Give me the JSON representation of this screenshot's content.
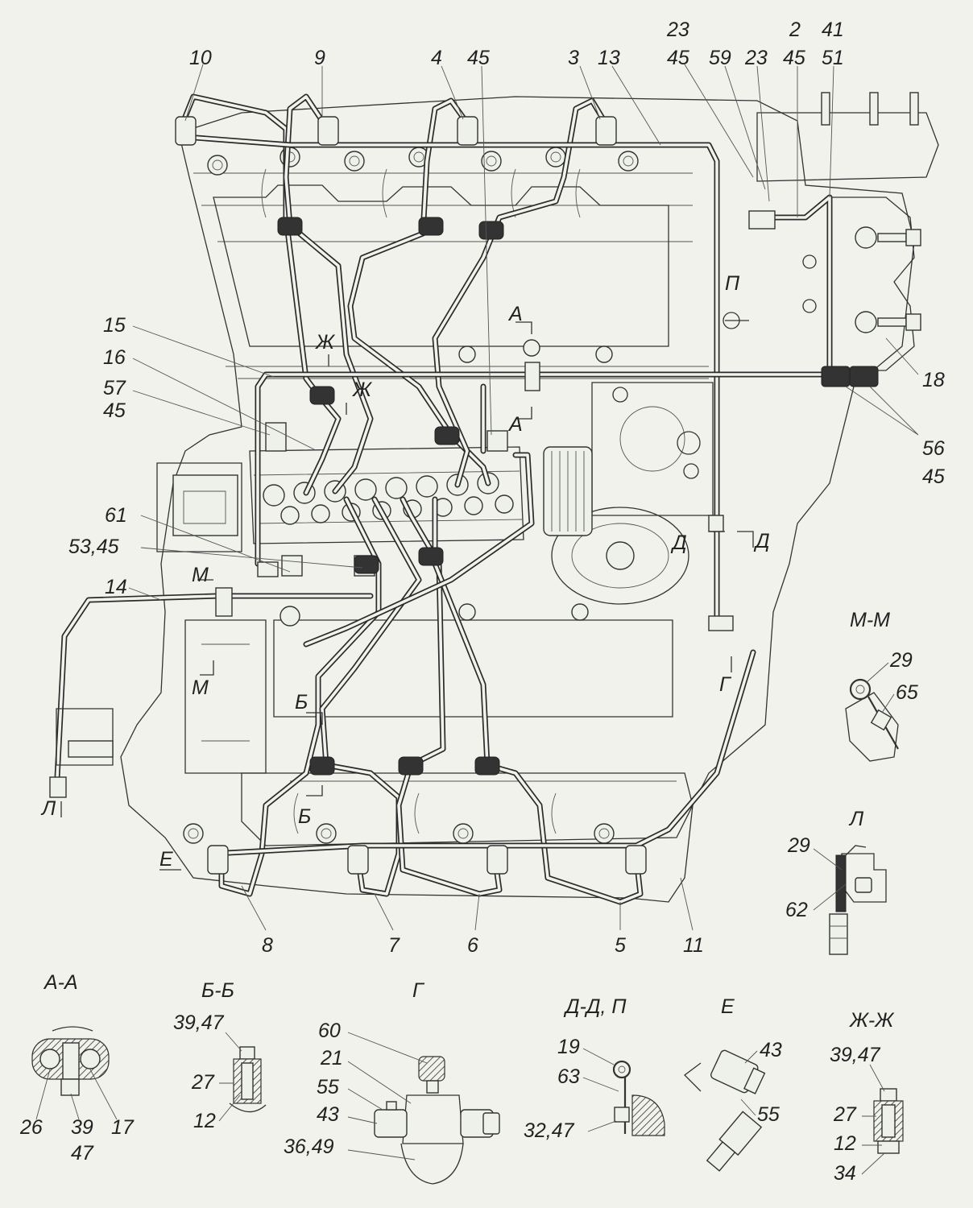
{
  "callouts": {
    "c10": "10",
    "c9": "9",
    "c4": "4",
    "c45a": "45",
    "c3": "3",
    "c13": "13",
    "c23a": "23",
    "c45b": "45",
    "c59": "59",
    "c23b": "23",
    "c2": "2",
    "c45c": "45",
    "c41": "41",
    "c51": "51",
    "c15": "15",
    "c16": "16",
    "c57": "57",
    "c45d": "45",
    "c18": "18",
    "c56": "56",
    "c45e": "45",
    "c61": "61",
    "c5345": "53,45",
    "c14": "14",
    "c8": "8",
    "c7": "7",
    "c6": "6",
    "c5": "5",
    "c11": "11",
    "mm29": "29",
    "mm65": "65",
    "l29": "29",
    "l62": "62",
    "aa26": "26",
    "aa39": "39",
    "aa47": "47",
    "aa17": "17",
    "bb3947": "39,47",
    "bb27": "27",
    "bb12": "12",
    "g60": "60",
    "g21": "21",
    "g55": "55",
    "g43": "43",
    "g3649": "36,49",
    "dd19": "19",
    "dd63": "63",
    "dd3247": "32,47",
    "e43": "43",
    "e55": "55",
    "zz3947": "39,47",
    "zz27": "27",
    "zz12": "12",
    "zz34": "34"
  },
  "markers": {
    "A_top": "А",
    "A_bot": "А",
    "P": "П",
    "ZH_top": "Ж",
    "ZH_bot": "Ж",
    "M_top": "М",
    "M_bot": "М",
    "D_left": "Д",
    "D_right": "Д",
    "G": "Г",
    "B_top": "Б",
    "B_bot": "Б",
    "L": "Л",
    "E": "Е"
  },
  "section_titles": {
    "aa": "А-А",
    "bb": "Б-Б",
    "g": "Г",
    "dd_p": "Д-Д, П",
    "e": "Е",
    "zz": "Ж-Ж",
    "mm": "М-М",
    "l": "Л"
  }
}
